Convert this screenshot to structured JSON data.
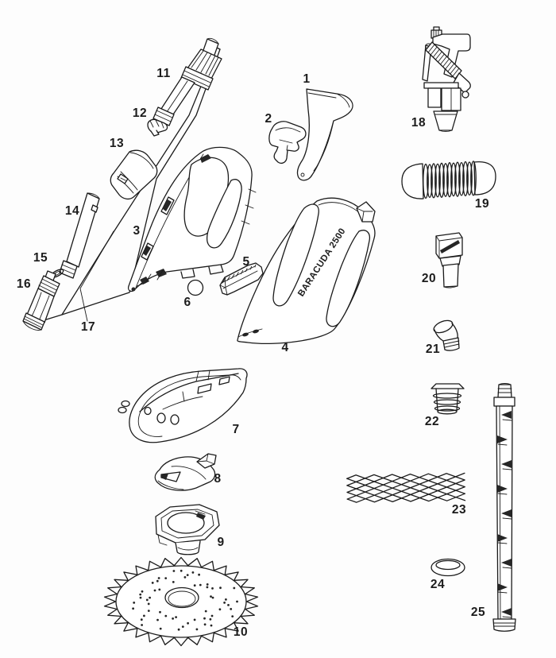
{
  "figure": {
    "product_label": "BARACUDA 2500"
  },
  "parts": [
    {
      "num": "1"
    },
    {
      "num": "2"
    },
    {
      "num": "3"
    },
    {
      "num": "4"
    },
    {
      "num": "5"
    },
    {
      "num": "6"
    },
    {
      "num": "7"
    },
    {
      "num": "8"
    },
    {
      "num": "9"
    },
    {
      "num": "10"
    },
    {
      "num": "11"
    },
    {
      "num": "12"
    },
    {
      "num": "13"
    },
    {
      "num": "14"
    },
    {
      "num": "15"
    },
    {
      "num": "16"
    },
    {
      "num": "17"
    },
    {
      "num": "18"
    },
    {
      "num": "19"
    },
    {
      "num": "20"
    },
    {
      "num": "21"
    },
    {
      "num": "22"
    },
    {
      "num": "23"
    },
    {
      "num": "24"
    },
    {
      "num": "25"
    }
  ]
}
